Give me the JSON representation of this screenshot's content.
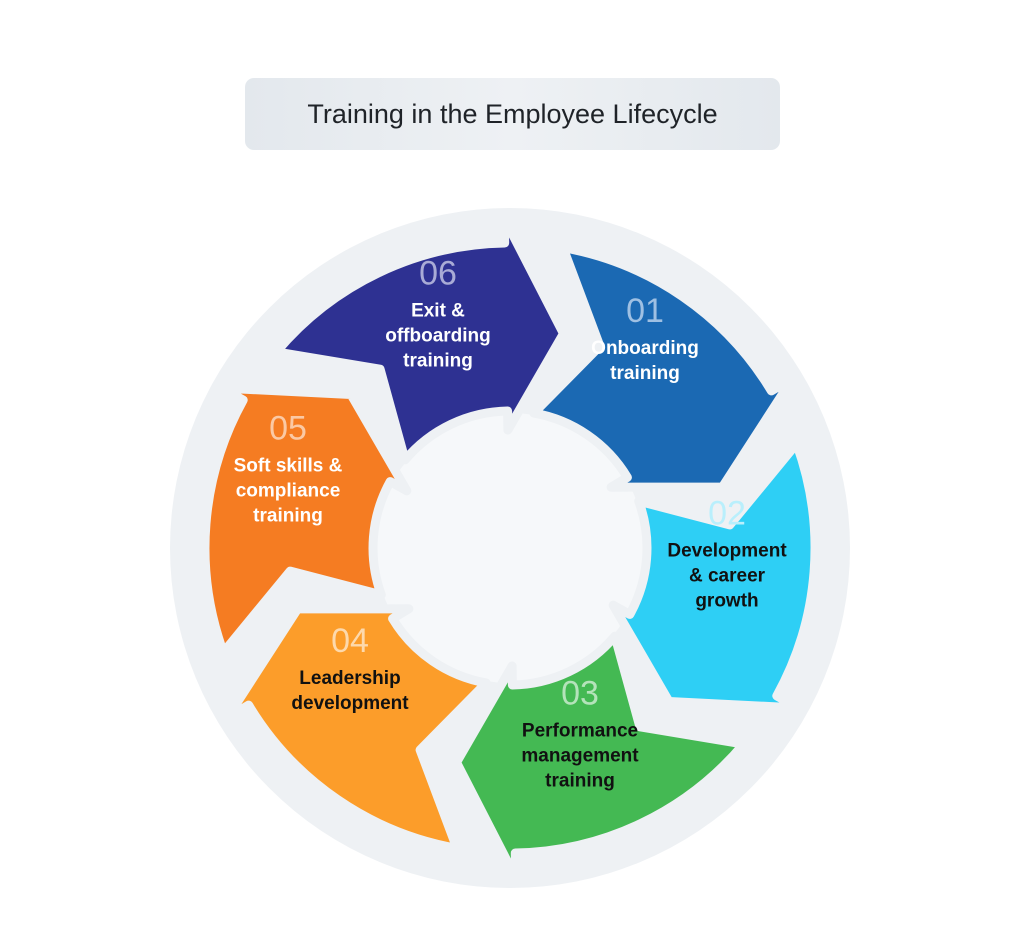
{
  "title": "Training in the Employee Lifecycle",
  "steps": [
    {
      "number": "01",
      "label": "Onboarding training",
      "lines": [
        "Onboarding",
        "training"
      ],
      "color": "#1b69b3",
      "text_color": "#ffffff",
      "number_color": "#9fc0e3"
    },
    {
      "number": "02",
      "label": "Development & career growth",
      "lines": [
        "Development",
        "& career",
        "growth"
      ],
      "color": "#2ecff5",
      "text_color": "#111111",
      "number_color": "#b9effc"
    },
    {
      "number": "03",
      "label": "Performance management training",
      "lines": [
        "Performance",
        "management",
        "training"
      ],
      "color": "#44b953",
      "text_color": "#111111",
      "number_color": "#b4e3ba"
    },
    {
      "number": "04",
      "label": "Leadership development",
      "lines": [
        "Leadership",
        "development"
      ],
      "color": "#fc9d2a",
      "text_color": "#111111",
      "number_color": "#fdd9ac"
    },
    {
      "number": "05",
      "label": "Soft skills & compliance training",
      "lines": [
        "Soft skills &",
        "compliance",
        "training"
      ],
      "color": "#f57c22",
      "text_color": "#ffffff",
      "number_color": "#fbc9a4"
    },
    {
      "number": "06",
      "label": "Exit & offboarding training",
      "lines": [
        "Exit &",
        "offboarding",
        "training"
      ],
      "color": "#2e3192",
      "text_color": "#ffffff",
      "number_color": "#a9abd6"
    }
  ],
  "colors": {
    "ring_background": "#eef1f4",
    "center": "#f6f8fa"
  }
}
